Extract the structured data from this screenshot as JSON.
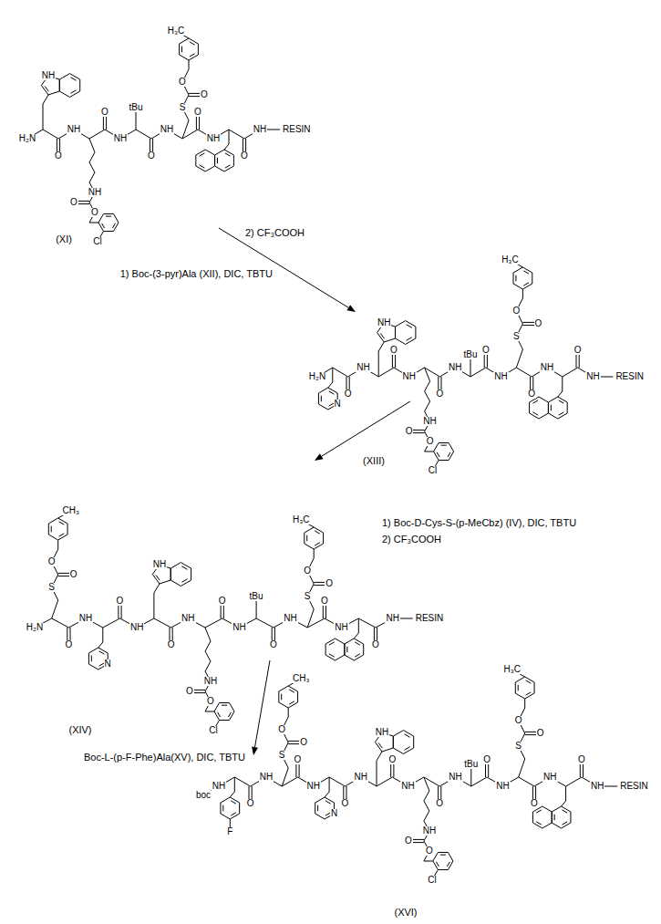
{
  "diagram": {
    "labels": [
      "H₂N",
      "NH",
      "O",
      "NH",
      "NH",
      "O",
      "O",
      "Cl",
      "O",
      "NH",
      "tBu",
      "O",
      "NH",
      "S",
      "O",
      "O",
      "H₃C",
      "O",
      "NH",
      "O",
      "NH",
      "RESIN",
      "(XI)",
      "2) CF₃COOH",
      "1) Boc-(3-pyr)Ala (XII), DIC, TBTU",
      "H₂N",
      "N",
      "O",
      "NH",
      "NH",
      "O",
      "NH",
      "NH",
      "O",
      "O",
      "Cl",
      "O",
      "NH",
      "tBu",
      "O",
      "NH",
      "S",
      "O",
      "O",
      "H₃C",
      "O",
      "NH",
      "O",
      "NH",
      "RESIN",
      "(XIII)",
      "1) Boc-D-Cys-S-(p-MeCbz) (IV), DIC, TBTU",
      "2) CF₃COOH",
      "H₂N",
      "S",
      "O",
      "O",
      "CH₃",
      "O",
      "NH",
      "N",
      "O",
      "NH",
      "NH",
      "O",
      "NH",
      "NH",
      "O",
      "O",
      "Cl",
      "O",
      "NH",
      "tBu",
      "O",
      "NH",
      "S",
      "O",
      "O",
      "H₃C",
      "O",
      "NH",
      "O",
      "NH",
      "RESIN",
      "(XIV)",
      "Boc-L-(p-F-Phe)Ala(XV), DIC, TBTU",
      "boc",
      "NH",
      "F",
      "O",
      "NH",
      "S",
      "O",
      "O",
      "CH₃",
      "O",
      "NH",
      "N",
      "O",
      "NH",
      "NH",
      "O",
      "NH",
      "NH",
      "O",
      "O",
      "Cl",
      "O",
      "NH",
      "tBu",
      "O",
      "NH",
      "S",
      "O",
      "O",
      "H₃C",
      "O",
      "NH",
      "O",
      "NH",
      "RESIN",
      "(XVI)"
    ]
  }
}
